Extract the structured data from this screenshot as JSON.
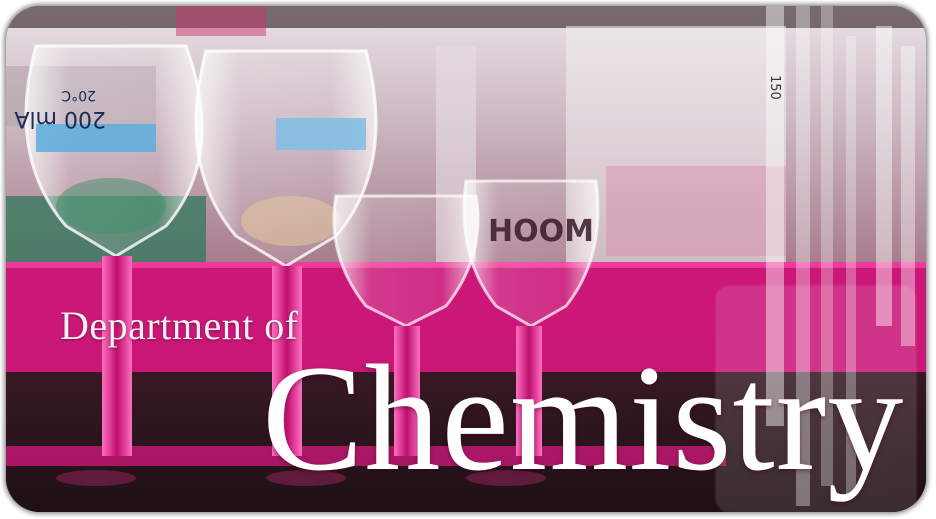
{
  "banner": {
    "line1": "Department of",
    "line2": "Chemistry",
    "colors": {
      "magenta_band": "#d6177f",
      "dark_lab": "#2c1820",
      "title_text": "#ffffff"
    },
    "decor": {
      "label_1": "200 mlA",
      "label_2": "20°C",
      "label_3": "HOOM",
      "label_4": "150"
    }
  }
}
